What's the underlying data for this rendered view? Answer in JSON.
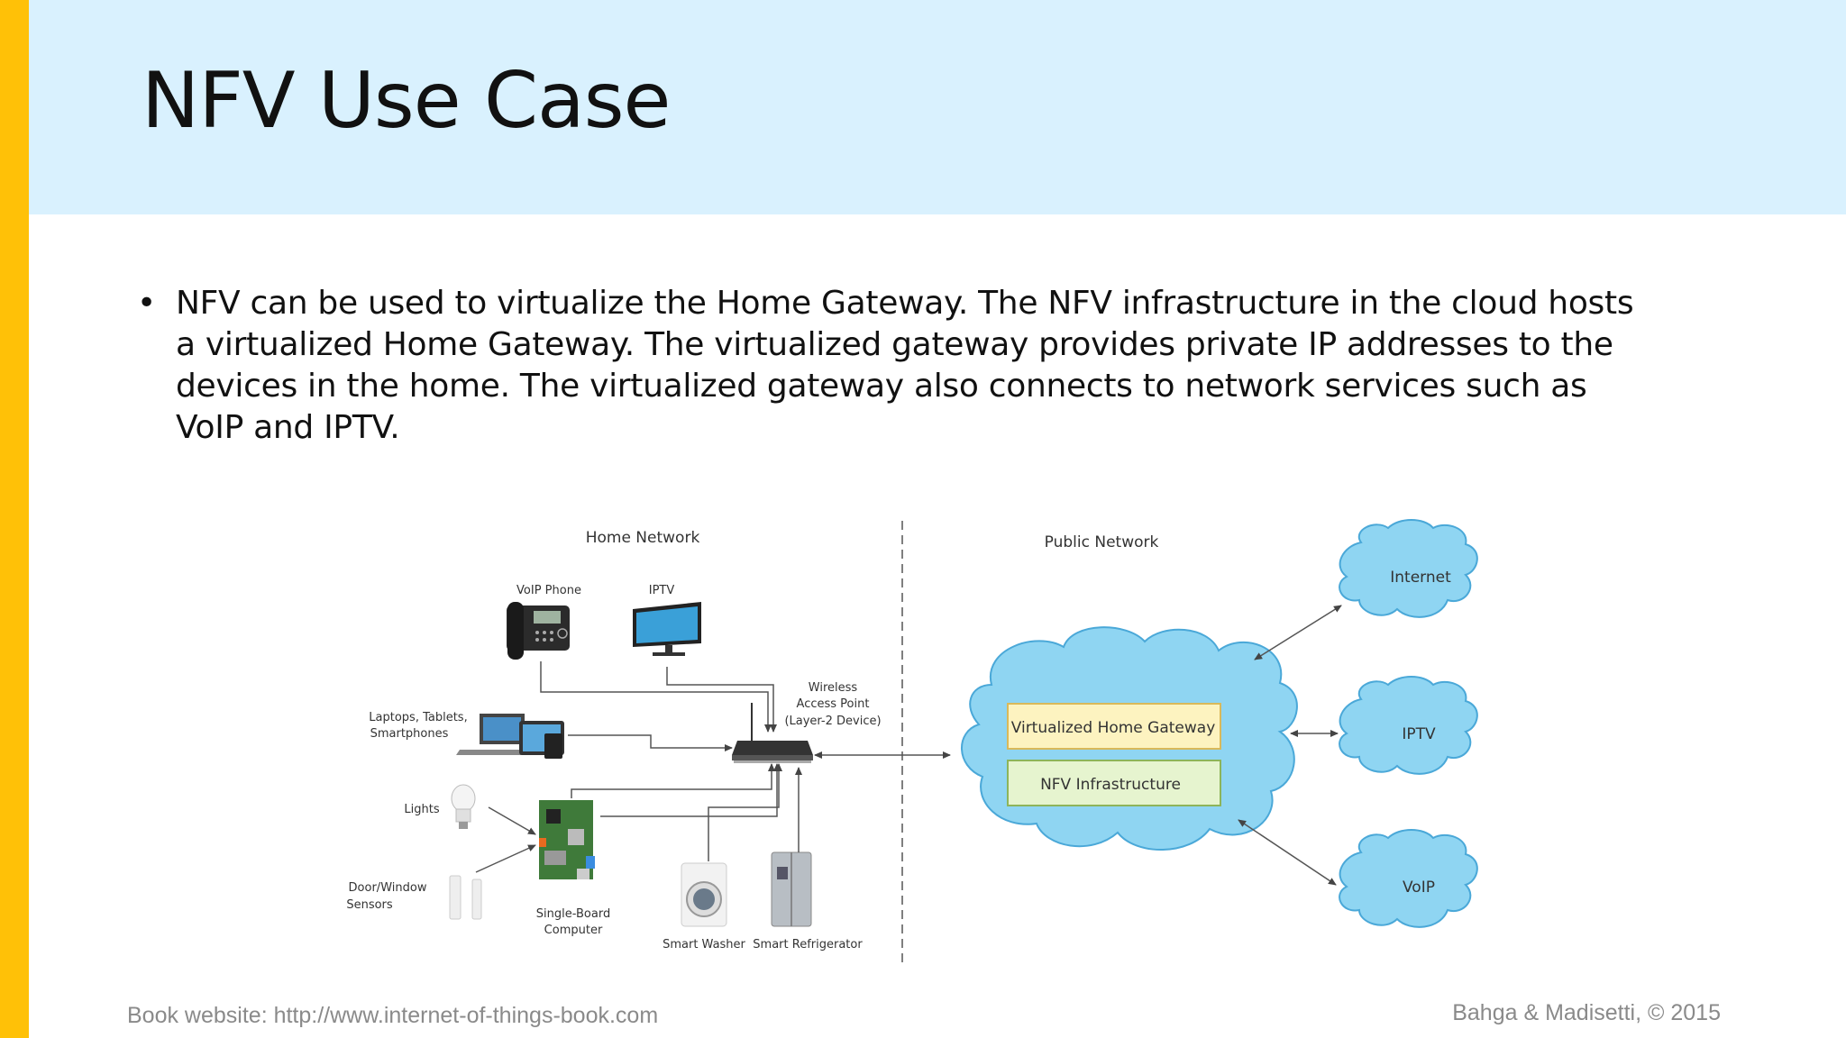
{
  "slide": {
    "title": "NFV Use Case",
    "bullet": " NFV can be used to virtualize the Home Gateway. The NFV infrastructure in the cloud hosts a virtualized Home Gateway.  The virtualized gateway provides private IP addresses to the devices in the home.  The virtualized gateway also connects to network services such as VoIP and IPTV.",
    "footer_left": "Book website: http://www.internet-of-things-book.com",
    "footer_right": "Bahga & Madisetti, © 2015"
  },
  "diagram": {
    "home_network": "Home Network",
    "public_network": "Public Network",
    "voip_phone": "VoIP Phone",
    "iptv_device": "IPTV",
    "wap_line1": "Wireless",
    "wap_line2": "Access Point",
    "wap_line3": "(Layer-2 Device)",
    "laptops_line1": "Laptops, Tablets,",
    "laptops_line2": "Smartphones",
    "lights": "Lights",
    "sensors_line1": "Door/Window",
    "sensors_line2": "Sensors",
    "sbc_line1": "Single-Board",
    "sbc_line2": "Computer",
    "smart_washer": "Smart Washer",
    "smart_fridge": "Smart Refrigerator",
    "virtualized_gateway": "Virtualized Home Gateway",
    "nfv_infrastructure": "NFV Infrastructure",
    "cloud_internet": "Internet",
    "cloud_iptv": "IPTV",
    "cloud_voip": "VoIP"
  },
  "colors": {
    "accent_bar": "#FFC107",
    "header_bg": "#D9F1FE",
    "cloud_fill": "#8FD5F2",
    "gateway_fill": "#FDF3C0",
    "nfv_fill": "#E6F4CF"
  }
}
